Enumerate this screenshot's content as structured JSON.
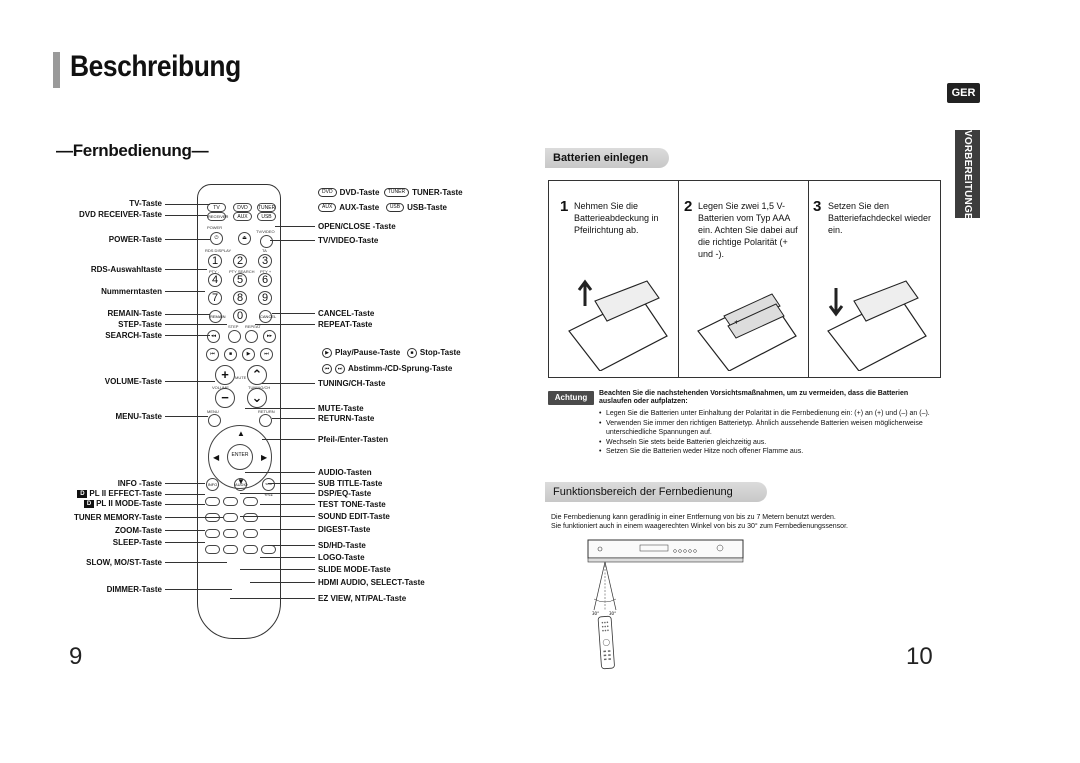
{
  "header": {
    "title": "Beschreibung",
    "lang_badge": "GER",
    "side_tab": "VORBEREITUNGEN"
  },
  "left": {
    "section_title": "—Fernbedienung—",
    "page_number": "9",
    "labels_left": [
      "TV-Taste",
      "DVD RECEIVER-Taste",
      "POWER-Taste",
      "RDS-Auswahltaste",
      "Nummerntasten",
      "REMAIN-Taste",
      "STEP-Taste",
      "SEARCH-Taste",
      "VOLUME-Taste",
      "MENU-Taste",
      "INFO -Taste",
      "PL II EFFECT-Taste",
      "PL II MODE-Taste",
      "TUNER MEMORY-Taste",
      "ZOOM-Taste",
      "SLEEP-Taste",
      "SLOW, MO/ST-Taste",
      "DIMMER-Taste"
    ],
    "labels_right": {
      "dvd_pill": "DVD",
      "dvd_label": "DVD-Taste",
      "tuner_pill": "TUNER",
      "tuner_label": "TUNER-Taste",
      "aux_pill": "AUX",
      "aux_label": "AUX-Taste",
      "usb_pill": "USB",
      "usb_label": "USB-Taste",
      "open_close": "OPEN/CLOSE -Taste",
      "tv_video": "TV/VIDEO-Taste",
      "cancel": "CANCEL-Taste",
      "repeat": "REPEAT-Taste",
      "play_pause": "Play/Pause-Taste",
      "stop": "Stop-Taste",
      "skip": "Abstimm-/CD-Sprung-Taste",
      "tuning_ch": "TUNING/CH-Taste",
      "mute": "MUTE-Taste",
      "return": "RETURN-Taste",
      "arrow_enter": "Pfeil-/Enter-Tasten",
      "audio": "AUDIO-Tasten",
      "sub_title": "SUB TITLE-Taste",
      "dsp_eq": "DSP/EQ-Taste",
      "test_tone": "TEST TONE-Taste",
      "sound_edit": "SOUND EDIT-Taste",
      "digest": "DIGEST-Taste",
      "sd_hd": "SD/HD-Taste",
      "logo": "LOGO-Taste",
      "slide_mode": "SLIDE MODE-Taste",
      "hdmi_audio": "HDMI AUDIO, SELECT-Taste",
      "ez_view": "EZ VIEW, NT/PAL-Taste"
    },
    "remote": {
      "top_row": [
        "TV",
        "DVD",
        "TUNER"
      ],
      "second_row": [
        "RECEIVER",
        "AUX",
        "USB"
      ],
      "power": "POWER",
      "tv_video": "TV/VIDEO",
      "rds": "RDS DISPLAY",
      "ta": "TA",
      "pty_minus": "PTY -",
      "pty_search": "PTY SEARCH",
      "pty_plus": "PTY +",
      "numbers": [
        "1",
        "2",
        "3",
        "4",
        "5",
        "6",
        "7",
        "8",
        "9",
        "0"
      ],
      "remain": "REMAIN",
      "cancel": "CANCEL",
      "step": "STEP",
      "repeat": "REPEAT",
      "volume": "VOLUME",
      "mute": "MUTE",
      "tuning": "TUNING/CH",
      "menu": "MENU",
      "return": "RETURN",
      "enter": "ENTER",
      "info": "INFO",
      "audio": "AUDIO",
      "subtitle": "SUB TITLE"
    }
  },
  "right": {
    "page_number": "10",
    "batteries_heading": "Batterien einlegen",
    "steps": [
      {
        "num": "1",
        "text": "Nehmen Sie die Batterieabdeckung in Pfeilrichtung ab."
      },
      {
        "num": "2",
        "text": "Legen Sie zwei 1,5 V-Batterien vom Typ AAA ein. Achten Sie dabei auf die richtige Polarität (+ und -)."
      },
      {
        "num": "3",
        "text": "Setzen Sie den Batteriefachdeckel wieder ein."
      }
    ],
    "warning_badge": "Achtung",
    "warning_head": "Beachten Sie die nachstehenden Vorsichtsmaßnahmen, um zu vermeiden, dass die Batterien auslaufen oder aufplatzen:",
    "warnings": [
      "Legen Sie die Batterien unter Einhaltung der Polarität in die Fernbedienung ein: (+) an (+) und (–) an (–).",
      "Verwenden Sie immer den richtigen Batterietyp. Ähnlich aussehende Batterien weisen möglicherweise unterschiedliche Spannungen auf.",
      "Wechseln Sie stets beide Batterien gleichzeitig aus.",
      "Setzen Sie die Batterien weder Hitze noch offener Flamme aus."
    ],
    "range_heading": "Funktionsbereich der Fernbedienung",
    "range_line1": "Die Fernbedienung kann geradlinig in einer Entfernung von bis zu 7 Metern benutzt werden.",
    "range_line2": "Sie funktioniert auch in einem waagerechten Winkel von bis zu 30° zum Fernbedienungssensor.",
    "angle_left": "30°",
    "angle_right": "30°"
  }
}
